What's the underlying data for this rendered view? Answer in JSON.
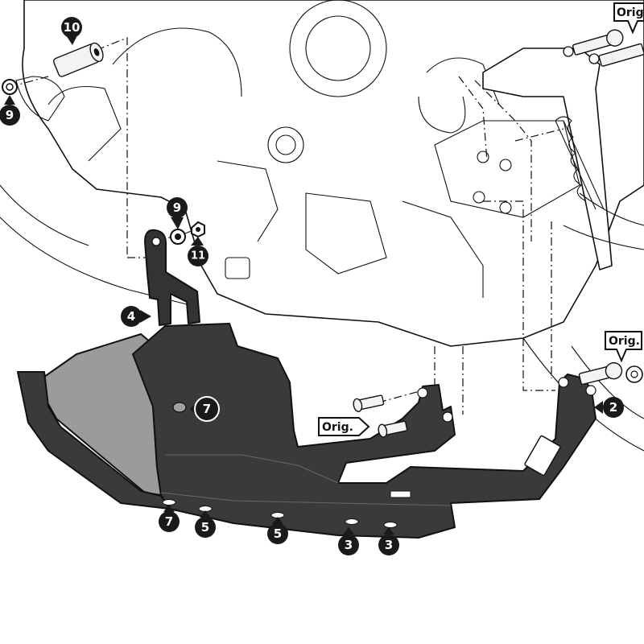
{
  "callouts": {
    "c10": "10",
    "c9_left": "9",
    "c9_mid": "9",
    "c11": "11",
    "c4": "4",
    "c7_plate": "7",
    "c2": "2",
    "c7_bottom": "7",
    "c5_a": "5",
    "c5_b": "5",
    "c3_a": "3",
    "c3_b": "3"
  },
  "orig_labels": {
    "top_right": "Orig.",
    "right": "Orig.",
    "center": "Orig."
  }
}
